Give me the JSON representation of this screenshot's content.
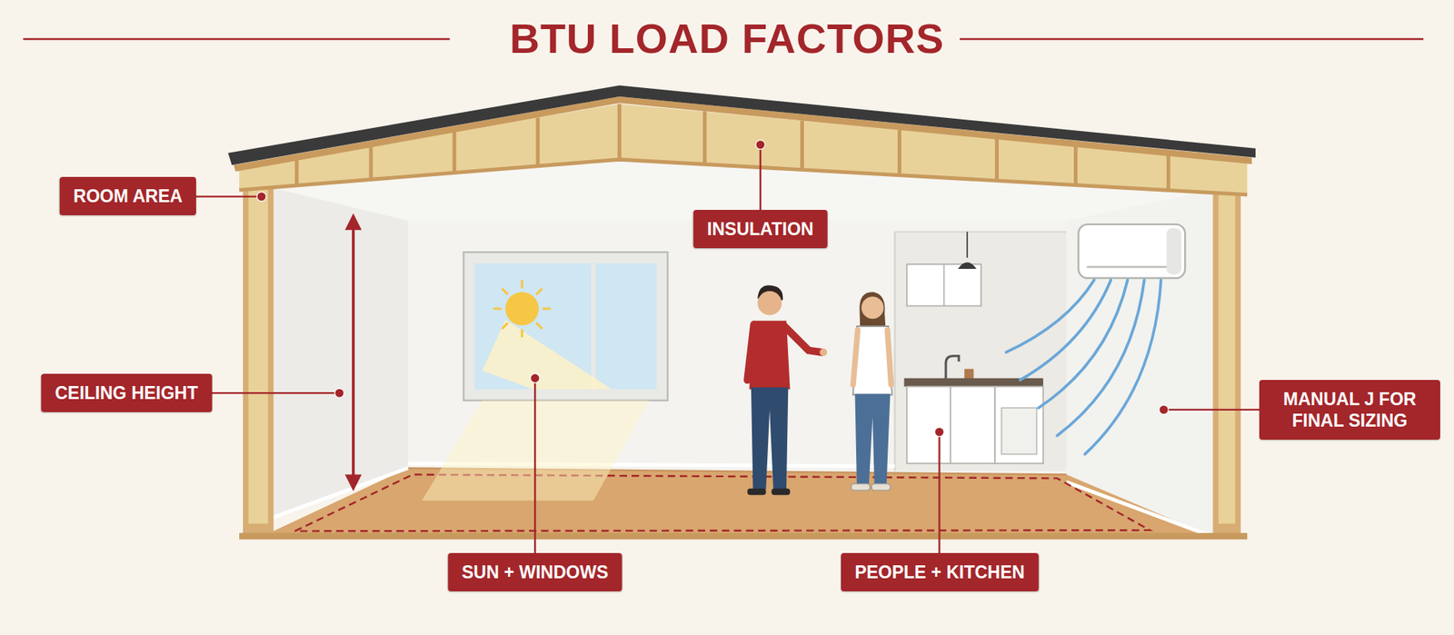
{
  "diagram": {
    "title": "BTU LOAD FACTORS",
    "nodes": [
      {
        "text": [
          "ROOM AREA"
        ]
      },
      {
        "text": [
          "INSULATION"
        ]
      },
      {
        "text": [
          "CEILING HEIGHT"
        ]
      },
      {
        "text": [
          "MANUAL J FOR FINAL SIZING"
        ]
      },
      {
        "text": [
          "SUN + WINDOWS"
        ]
      },
      {
        "text": [
          "PEOPLE + KITCHEN"
        ]
      }
    ]
  }
}
